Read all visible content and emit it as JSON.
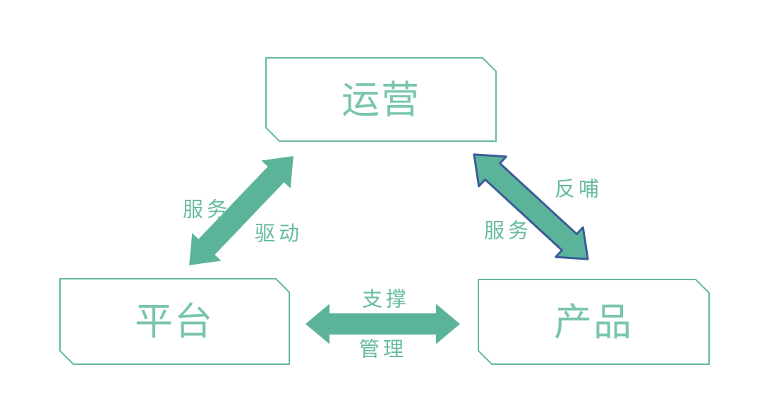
{
  "diagram": {
    "type": "relationship-triangle",
    "background": "#ffffff",
    "nodes": [
      {
        "id": "operations",
        "label": "运营"
      },
      {
        "id": "platform",
        "label": "平台"
      },
      {
        "id": "product",
        "label": "产品"
      }
    ],
    "edges": [
      {
        "id": "platform-operations",
        "from": "platform",
        "to": "operations",
        "direction": "bidirectional",
        "labels": [
          "服务",
          "驱动"
        ],
        "style": "green-solid"
      },
      {
        "id": "operations-product",
        "from": "operations",
        "to": "product",
        "direction": "bidirectional",
        "labels": [
          "反哺",
          "服务"
        ],
        "style": "green-fill-blue-outline"
      },
      {
        "id": "platform-product",
        "from": "platform",
        "to": "product",
        "direction": "bidirectional",
        "labels": [
          "支撑",
          "管理"
        ],
        "style": "green-solid"
      }
    ],
    "colors": {
      "node_border_green": "#63b99f",
      "node_fill": "#ffffff",
      "node_text_green": "#79c6a8",
      "arrow_fill_green": "#5bb49a",
      "arrow_outline_blue": "#3a5b98",
      "edge_label_green": "#67bc9f"
    }
  }
}
